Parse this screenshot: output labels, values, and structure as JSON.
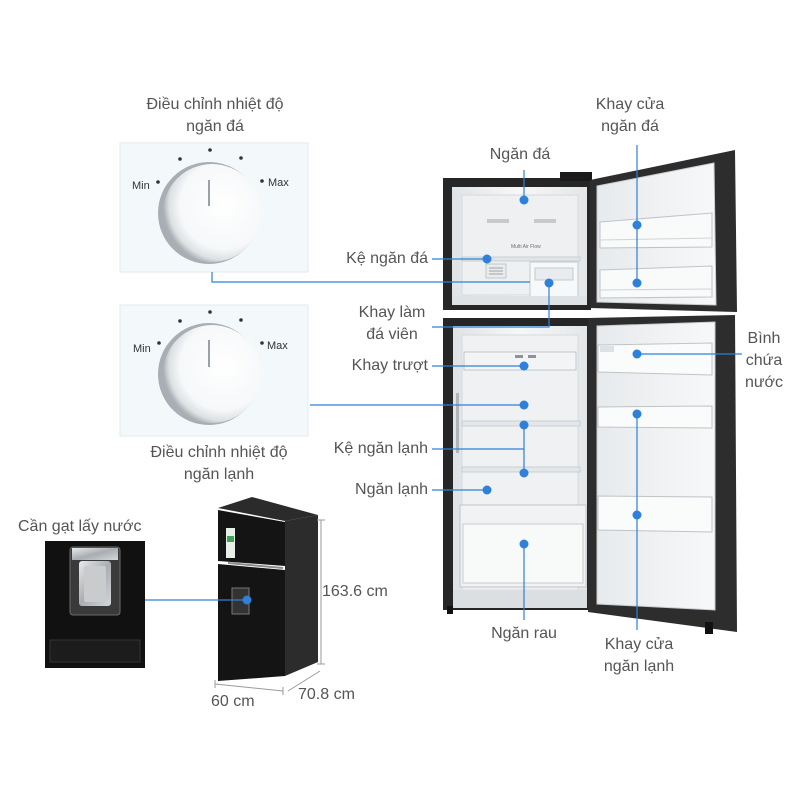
{
  "colors": {
    "accent": "#2f80d8",
    "text": "#555555",
    "fridge_body": "#2a2a2a",
    "dial_panel": "#f3f8fb"
  },
  "freezer_dial": {
    "title": [
      "Điều chỉnh nhiệt độ",
      "ngăn đá"
    ],
    "min": "Min",
    "max": "Max"
  },
  "fridge_dial": {
    "title": [
      "Điều chỉnh nhiệt độ",
      "ngăn lạnh"
    ],
    "min": "Min",
    "max": "Max"
  },
  "water_lever": {
    "label": "Cần gạt lấy nước"
  },
  "dimensions": {
    "height": "163.6 cm",
    "width": "60 cm",
    "depth": "70.8 cm"
  },
  "parts": {
    "freezer_compartment": "Ngăn đá",
    "freezer_door_tray": [
      "Khay cửa",
      "ngăn đá"
    ],
    "freezer_shelf": "Kệ ngăn đá",
    "ice_tray": [
      "Khay làm",
      "đá viên"
    ],
    "sliding_tray": "Khay trượt",
    "fridge_shelf": "Kệ ngăn lạnh",
    "fridge_compartment": "Ngăn lạnh",
    "vegetable_drawer": "Ngăn rau",
    "water_tank": [
      "Bình",
      "chứa",
      "nước"
    ],
    "fridge_door_tray": [
      "Khay cửa",
      "ngăn lạnh"
    ]
  },
  "fridge_print": {
    "airflow": "Multi Air Flow"
  }
}
